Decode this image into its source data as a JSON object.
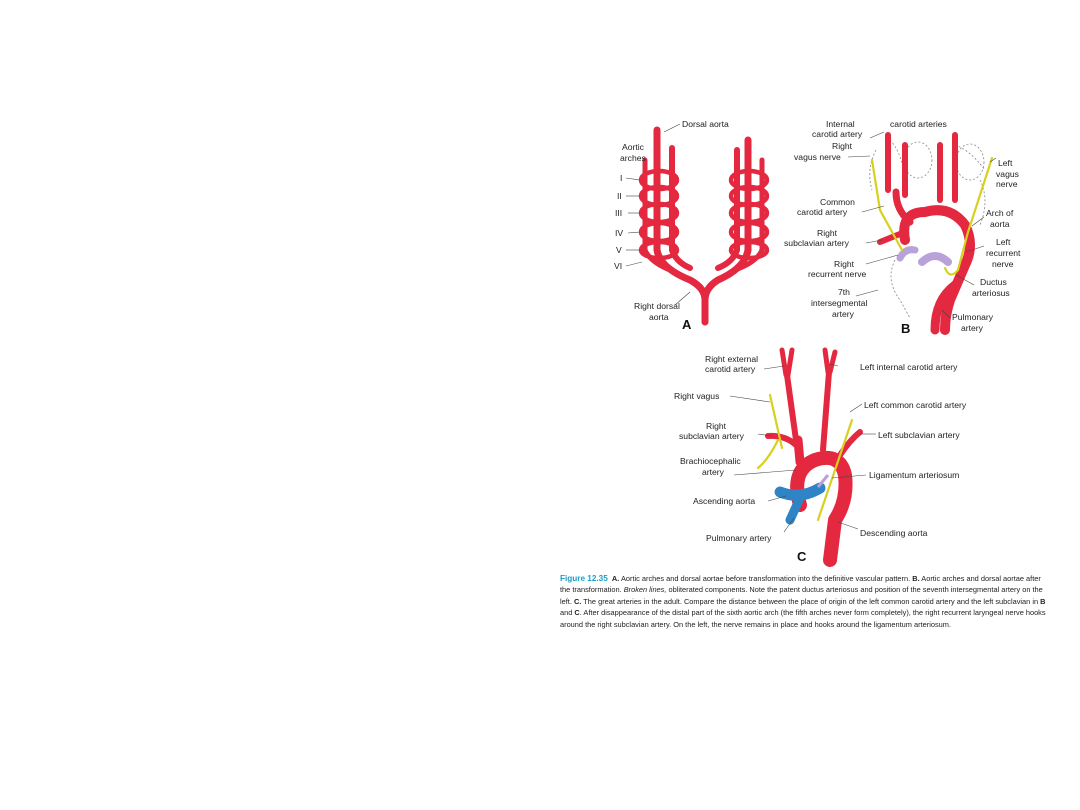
{
  "panel_a": {
    "letter": "A",
    "labels": {
      "dorsal_aorta": "Dorsal aorta",
      "aortic_arches_1": "Aortic",
      "aortic_arches_2": "arches",
      "arch_i": "I",
      "arch_ii": "II",
      "arch_iii": "III",
      "arch_iv": "IV",
      "arch_v": "V",
      "arch_vi": "VI",
      "right_dorsal_aorta_1": "Right dorsal",
      "right_dorsal_aorta_2": "aorta"
    }
  },
  "panel_b": {
    "letter": "B",
    "labels": {
      "internal_1": "Internal",
      "internal_2": "carotid artery",
      "carotid_arteries": "carotid arteries",
      "right_vagus_1": "Right",
      "right_vagus_2": "vagus nerve",
      "left_vagus_1": "Left",
      "left_vagus_2": "vagus",
      "left_vagus_3": "nerve",
      "common_carotid_1": "Common",
      "common_carotid_2": "carotid artery",
      "arch_of_aorta_1": "Arch of",
      "arch_of_aorta_2": "aorta",
      "right_subclavian_1": "Right",
      "right_subclavian_2": "subclavian artery",
      "left_recurrent_1": "Left",
      "left_recurrent_2": "recurrent",
      "left_recurrent_3": "nerve",
      "right_recurrent_1": "Right",
      "right_recurrent_2": "recurrent nerve",
      "ductus_1": "Ductus",
      "ductus_2": "arteriosus",
      "seventh_1": "7th",
      "seventh_2": "intersegmental",
      "seventh_3": "artery",
      "pulmonary_1": "Pulmonary",
      "pulmonary_2": "artery"
    }
  },
  "panel_c": {
    "letter": "C",
    "labels": {
      "right_external_1": "Right external",
      "right_external_2": "carotid artery",
      "left_internal": "Left internal carotid artery",
      "right_vagus": "Right vagus",
      "left_common": "Left common carotid artery",
      "right_subclavian_1": "Right",
      "right_subclavian_2": "subclavian artery",
      "left_subclavian": "Left subclavian artery",
      "brachiocephalic_1": "Brachiocephalic",
      "brachiocephalic_2": "artery",
      "ligamentum": "Ligamentum arteriosum",
      "ascending": "Ascending aorta",
      "pulmonary": "Pulmonary artery",
      "descending": "Descending aorta"
    }
  },
  "caption": {
    "figure_label": "Figure 12.35",
    "a": "A.",
    "t1": " Aortic arches and dorsal aortae before transformation into the definitive vascular pattern. ",
    "b": "B.",
    "t2": " Aortic arches and dorsal aortae after the transformation. ",
    "broken_lines": "Broken lines,",
    "t3": " obliterated components. Note the patent ductus arteriosus and position of the seventh intersegmental artery on the left. ",
    "c": "C.",
    "t4": " The great arteries in the adult. Compare the distance between the place of origin of the left common carotid artery and the left subclavian in ",
    "b2": "B",
    "t5": " and ",
    "c2": "C",
    "t6": ". After disappearance of the distal part of the sixth aortic arch (the fifth arches never form completely), the right recurrent laryngeal nerve hooks around the right subclavian artery. On the left, the nerve remains in place and hooks around the ligamentum arteriosum."
  },
  "colors": {
    "artery": "#e3283f",
    "nerve": "#d8d020",
    "vein_blue": "#2f84c6",
    "ductus_purple": "#b8a2d8",
    "caption_label": "#1aa0c8"
  }
}
